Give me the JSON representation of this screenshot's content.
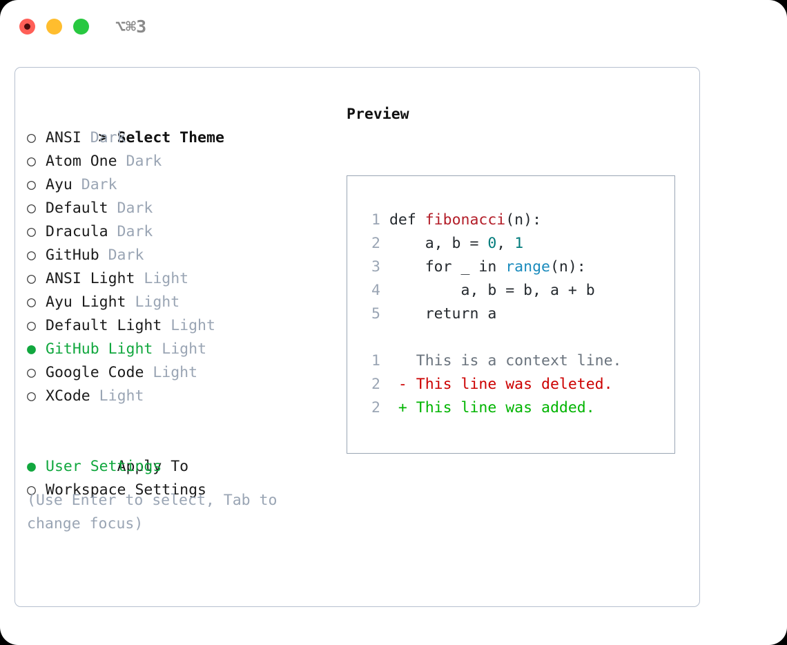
{
  "titlebar": {
    "shortcut": "⌥⌘3",
    "close_label": "close",
    "minimize_label": "minimize",
    "maximize_label": "maximize",
    "colors": {
      "close": "#ff5f57",
      "minimize": "#ffbd2e",
      "maximize": "#28c840"
    }
  },
  "theme_picker": {
    "header": "Select Theme",
    "header_marker": ">",
    "marker_unselected": "○",
    "marker_selected": "●",
    "selected_theme": "GitHub Light",
    "items": [
      {
        "marker": "○",
        "label": "ANSI",
        "suffix": "Dark",
        "selected": false
      },
      {
        "marker": "○",
        "label": "Atom One",
        "suffix": "Dark",
        "selected": false
      },
      {
        "marker": "○",
        "label": "Ayu",
        "suffix": "Dark",
        "selected": false
      },
      {
        "marker": "○",
        "label": "Default",
        "suffix": "Dark",
        "selected": false
      },
      {
        "marker": "○",
        "label": "Dracula",
        "suffix": "Dark",
        "selected": false
      },
      {
        "marker": "○",
        "label": "GitHub",
        "suffix": "Dark",
        "selected": false
      },
      {
        "marker": "○",
        "label": "ANSI Light",
        "suffix": "Light",
        "selected": false
      },
      {
        "marker": "○",
        "label": "Ayu Light",
        "suffix": "Light",
        "selected": false
      },
      {
        "marker": "○",
        "label": "Default Light",
        "suffix": "Light",
        "selected": false
      },
      {
        "marker": "●",
        "label": "GitHub Light",
        "suffix": "Light",
        "selected": true
      },
      {
        "marker": "○",
        "label": "Google Code",
        "suffix": "Light",
        "selected": false
      },
      {
        "marker": "○",
        "label": "XCode",
        "suffix": "Light",
        "selected": false
      }
    ]
  },
  "apply_to": {
    "header": "Apply To",
    "selected_option": "User Settings",
    "options": [
      {
        "marker": "●",
        "label": "User Settings",
        "selected": true
      },
      {
        "marker": "○",
        "label": "Workspace Settings",
        "selected": false
      }
    ]
  },
  "hint": "(Use Enter to select, Tab to change focus)",
  "preview": {
    "title": "Preview",
    "code_lines": [
      {
        "lineno": "1",
        "tokens": [
          {
            "text": "def ",
            "type": "plain"
          },
          {
            "text": "fibonacci",
            "type": "fn"
          },
          {
            "text": "(n):",
            "type": "plain"
          }
        ]
      },
      {
        "lineno": "2",
        "tokens": [
          {
            "text": "    a, b = ",
            "type": "plain"
          },
          {
            "text": "0",
            "type": "num"
          },
          {
            "text": ", ",
            "type": "plain"
          },
          {
            "text": "1",
            "type": "num"
          }
        ]
      },
      {
        "lineno": "3",
        "tokens": [
          {
            "text": "    for _ in ",
            "type": "plain"
          },
          {
            "text": "range",
            "type": "builtin"
          },
          {
            "text": "(n):",
            "type": "plain"
          }
        ]
      },
      {
        "lineno": "4",
        "tokens": [
          {
            "text": "        a, b = b, a + b",
            "type": "plain"
          }
        ]
      },
      {
        "lineno": "5",
        "tokens": [
          {
            "text": "    return a",
            "type": "plain"
          }
        ]
      }
    ],
    "diff_lines": [
      {
        "lineno": "1",
        "sign": " ",
        "text": "This is a context line.",
        "type": "context"
      },
      {
        "lineno": "2",
        "sign": "-",
        "text": "This line was deleted.",
        "type": "del"
      },
      {
        "lineno": "2",
        "sign": "+",
        "text": "This line was added.",
        "type": "add"
      }
    ],
    "colors": {
      "function": "#b31d28",
      "number": "#007b7b",
      "builtin": "#1a8bbd",
      "plain": "#24292e",
      "lineno": "#9aa5b4",
      "diff_context": "#6a737d",
      "diff_deleted": "#cc0000",
      "diff_added": "#00b400"
    }
  },
  "colors": {
    "accent_green": "#11a73e",
    "muted": "#9aa5b4",
    "panel_border": "#b6c0cf",
    "preview_border": "#9aa5b4",
    "background": "#ffffff"
  }
}
